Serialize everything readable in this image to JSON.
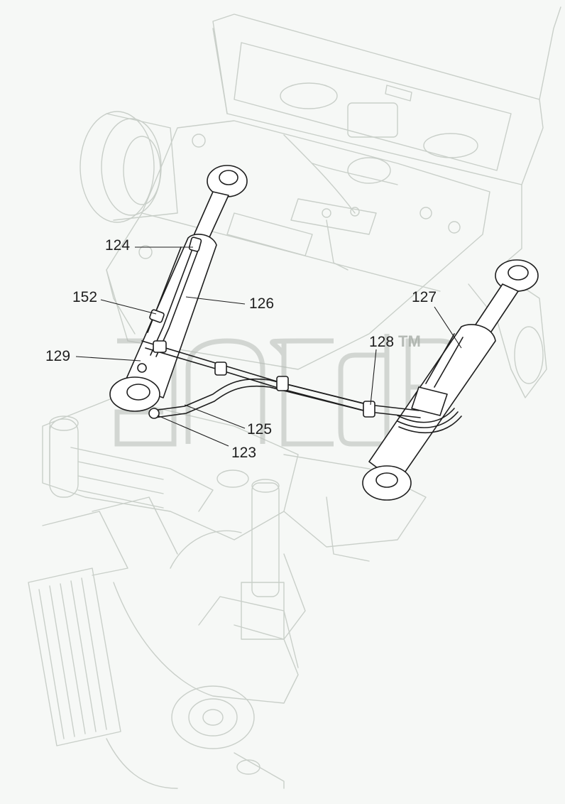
{
  "callouts": [
    {
      "id": "124",
      "label": "124"
    },
    {
      "id": "152",
      "label": "152"
    },
    {
      "id": "126",
      "label": "126"
    },
    {
      "id": "129",
      "label": "129"
    },
    {
      "id": "127",
      "label": "127"
    },
    {
      "id": "128",
      "label": "128"
    },
    {
      "id": "125",
      "label": "125"
    },
    {
      "id": "123",
      "label": "123"
    }
  ],
  "watermark": {
    "tm": "TM"
  }
}
